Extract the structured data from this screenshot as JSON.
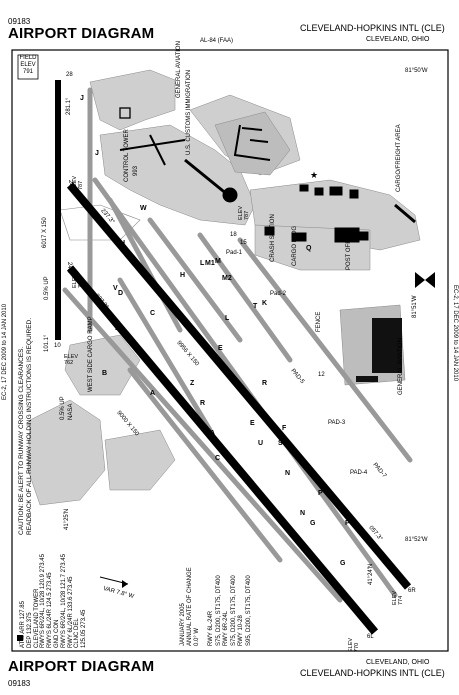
{
  "header": {
    "chart_id": "09183",
    "title": "AIRPORT DIAGRAM",
    "freq_label": "AL-84 (FAA)",
    "airport_name": "CLEVELAND-HOPKINS INTL",
    "airport_code": "(CLE)",
    "city": "CLEVELAND, OHIO"
  },
  "footer": {
    "chart_id": "09183",
    "title": "AIRPORT DIAGRAM",
    "city": "CLEVELAND, OHIO",
    "airport_name": "CLEVELAND-HOPKINS INTL",
    "airport_code": "(CLE)"
  },
  "margins": {
    "left_ec": "EC-2, 17 DEC 2009 to 14 JAN 2010",
    "right_ec": "EC-2, 17 DEC 2009 to 14 JAN 2010"
  },
  "field_elev": {
    "label_field": "FIELD",
    "label_elev": "ELEV",
    "value": "791"
  },
  "coordinates": {
    "top_lon": "81°50'W",
    "mid_lon": "81°51'W",
    "bot_lon": "81°52'W",
    "lat_top": "41°25'N",
    "lat_bot": "41°24'N"
  },
  "caution": {
    "line1": "CAUTION: BE ALERT TO RUNWAY CROSSING CLEARANCES.",
    "line2": "READBACK OF ALL RUNWAY HOLDING INSTRUCTIONS IS REQUIRED."
  },
  "freqs": [
    "ATIS ARR 127.85",
    "DEP 132.375",
    "CLEVELAND TOWER",
    "RWYS 6R/24L, 10/28  120.9  273.45",
    "RWYS 6L/24R  124.5  273.45",
    "GND CON",
    "RWYS 6R/24L, 10/28  121.7  273.45",
    "RWY 6L/24R  133.6  273.45",
    "CLNC DEL",
    "125.05  273.45"
  ],
  "variation": {
    "label": "VAR 7.8° W",
    "date_l1": "JANUARY 2005",
    "date_l2": "ANNUAL RATE OF CHANGE",
    "date_l3": "0.0° W"
  },
  "strengths": [
    "RWY 6L-24R",
    "S75, D200, ST175, DT400",
    "RWY 6R-24L",
    "S75, D200, ST175, DT400",
    "RWY 10-28",
    "S95, D200, ST175, DT400"
  ],
  "runways": {
    "rwy_28": "28",
    "rwy_10": "10",
    "rwy_24l": "24L",
    "rwy_24r": "24R",
    "rwy_6l": "6L",
    "rwy_6r": "6R",
    "dim_10_28": "6017 X 150",
    "dim_6r_24l": "9956 X 150",
    "dim_6l_24r": "9000 X 150",
    "hdg_281": "281.1°",
    "hdg_101": "101.1°",
    "hdg_057a": "057.3°",
    "hdg_237a": "237.3°",
    "hdg_057b": "057.3°",
    "hdg_237b": "237.3°"
  },
  "elevations": [
    {
      "label": "ELEV",
      "val": "787"
    },
    {
      "label": "ELEV",
      "val": "780"
    },
    {
      "label": "ELEV",
      "val": "762"
    },
    {
      "label": "ELEV",
      "val": "787"
    },
    {
      "label": "ELEV",
      "val": "774"
    },
    {
      "label": "ELEV",
      "val": "770"
    }
  ],
  "buildings": {
    "general_aviation_top": "GENERAL AVIATION",
    "customs": "U.S. CUSTOMS IMMIGRATION",
    "control_tower": "CONTROL TOWER",
    "tower_height": "993",
    "cargo_freight": "CARGO/FREIGHT AREA",
    "crash_station": "CRASH STATION",
    "cargo_bldg": "CARGO BLDG",
    "post_office": "POST OFFICE",
    "west_side_cargo": "WEST SIDE CARGO RAMP",
    "nasa": "NASA",
    "fence": "FENCE",
    "general_aviation_bot": "GENERAL AVIATION",
    "pad1": "Pad-1",
    "pad2": "Pad-2",
    "pad3": "PAD-3",
    "pad4": "PAD-4",
    "pad5": "PAD-5",
    "pad7": "PAD-7",
    "hold_18": "18",
    "hold_15": "15",
    "hold_12": "12",
    "twy_notes": "0.5% UP",
    "twy_notes2": "0.5% UP"
  },
  "taxiways": [
    "A",
    "B",
    "C",
    "D",
    "E",
    "F",
    "G",
    "H",
    "J",
    "K",
    "L",
    "M",
    "N",
    "P",
    "Q",
    "R",
    "S",
    "T",
    "U",
    "V",
    "W",
    "Z",
    "M1",
    "M2"
  ]
}
